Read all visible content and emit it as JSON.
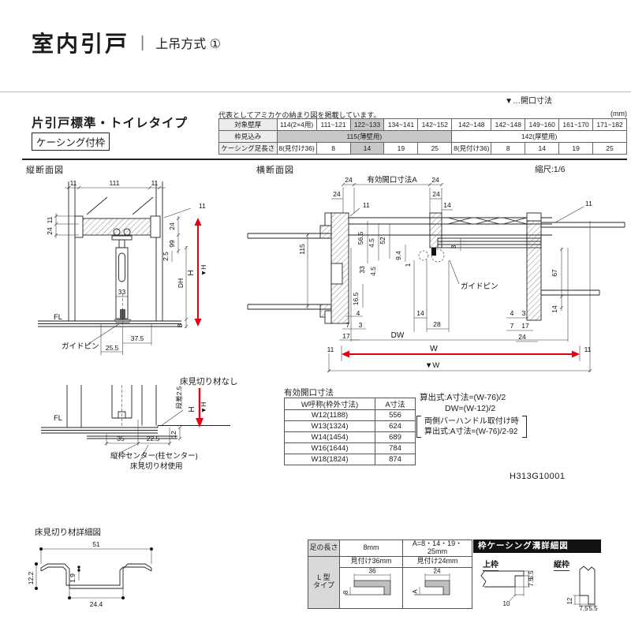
{
  "header": {
    "title": "室内引戸",
    "divider": "|",
    "subtitle": "上吊方式 ①",
    "opening_legend": "▼…開口寸法"
  },
  "type_block": {
    "line1": "片引戸標準・トイレタイプ",
    "line2": "ケーシング付枠"
  },
  "spec_table": {
    "note": "代表としてアミカケの納まり図を掲載しています。",
    "unit": "(mm)",
    "row1_label": "対象壁厚",
    "row2_label": "枠見込み",
    "row3_label": "ケーシング足長さ",
    "wall_thickness": [
      "114(2×4用)",
      "111~121",
      "122~133",
      "134~141",
      "142~152",
      "142~148",
      "142~148",
      "149~160",
      "161~170",
      "171~182"
    ],
    "frame_depth": [
      "115(薄壁用)",
      "142(厚壁用)"
    ],
    "casing_leg": [
      "8(見付け36)",
      "8",
      "14",
      "19",
      "25",
      "8(見付け36)",
      "8",
      "14",
      "19",
      "25"
    ]
  },
  "sections": {
    "vertical": "縦断面図",
    "horizontal": "横断面図",
    "scale": "縮尺:1/6",
    "no_floor_strip": "床見切り材なし",
    "floor_strip_detail": "床見切り材詳細図",
    "casing_groove": "枠ケーシング溝詳細図"
  },
  "vsec": {
    "top_left": "11",
    "top_center": "111",
    "top_right": "11",
    "left_gap": "11",
    "left_frame": "24",
    "right_top": "11",
    "right_24": "24",
    "right_99": "99",
    "right_2_5": "2.5",
    "door_33": "33",
    "dh": "DH",
    "h": "H",
    "h_open": "▼H",
    "bottom_8": "8",
    "pin_37_5": "37.5",
    "pin_25_5": "25.5",
    "fl": "FL",
    "guide_pin": "ガイドピン"
  },
  "nostrip": {
    "fl": "FL",
    "step": "段差2.5",
    "h": "H",
    "h_open": "▼H",
    "d12": "12",
    "d35": "35",
    "d22_5": "22.5",
    "center_note": "縦枠センター(柱センター)",
    "use_note": "床見切り材使用"
  },
  "hsec": {
    "opening_label": "有効開口寸法A",
    "t24_l1": "24",
    "t24_l2": "24",
    "t11_l": "11",
    "t24_r1": "24",
    "t24_r2": "24",
    "t14_r": "14",
    "t11_r": "11",
    "w115": "115",
    "d56_5": "56.5",
    "d4_5a": "4.5",
    "d52": "52",
    "d9_4": "9.4",
    "d1": "1",
    "d33": "33",
    "d4_5b": "4.5",
    "d3c": "3",
    "d16_5": "16.5",
    "d4a": "4",
    "d7a": "7",
    "d3a": "3",
    "d17a": "17",
    "d11_bl": "11",
    "d14c": "14",
    "d28": "28",
    "dw": "DW",
    "w": "W",
    "w_open": "▼W",
    "guide_pin": "ガイドピン",
    "d67": "67",
    "d14r": "14",
    "d4b": "4",
    "d3b": "3",
    "d7b": "7",
    "d17b": "17",
    "d24b": "24",
    "d11_br": "11"
  },
  "opening_table": {
    "title": "有効開口寸法",
    "col1": "W呼称(枠外寸法)",
    "col2": "A寸法",
    "rows": [
      {
        "w": "W12(1188)",
        "a": "556"
      },
      {
        "w": "W13(1324)",
        "a": "624"
      },
      {
        "w": "W14(1454)",
        "a": "689"
      },
      {
        "w": "W16(1644)",
        "a": "784"
      },
      {
        "w": "W18(1824)",
        "a": "874"
      }
    ]
  },
  "formulas": {
    "line1": "算出式:A寸法=(W-76)/2",
    "line2": "DW=(W-12)/2",
    "bracket_line1": "両側バーハンドル取付け時",
    "bracket_line2": "算出式:A寸法=(W-76)/2-92"
  },
  "doc_code": "H313G10001",
  "floor_strip": {
    "d51": "51",
    "d12_2": "12.2",
    "d1_9": "1.9",
    "d24_4": "24.4"
  },
  "leg_table": {
    "header": "足の長さ",
    "col1": "8mm",
    "col2": "A=8・14・19・25mm",
    "type1": "L 型",
    "type2": "タイプ",
    "face1": "見付け36mm",
    "face2": "見付け24mm",
    "d36": "36",
    "d8": "8",
    "d24": "24",
    "dA": "A"
  },
  "groove": {
    "upper": "上枠",
    "vertical": "縦枠",
    "u5_5": "5.5",
    "u7_5": "7.5",
    "u10": "10",
    "v12": "12",
    "v7_5": "7.5",
    "v5_5": "5.5"
  },
  "colors": {
    "accent_red": "#e60012",
    "shade_gray": "#c8c8c8"
  }
}
